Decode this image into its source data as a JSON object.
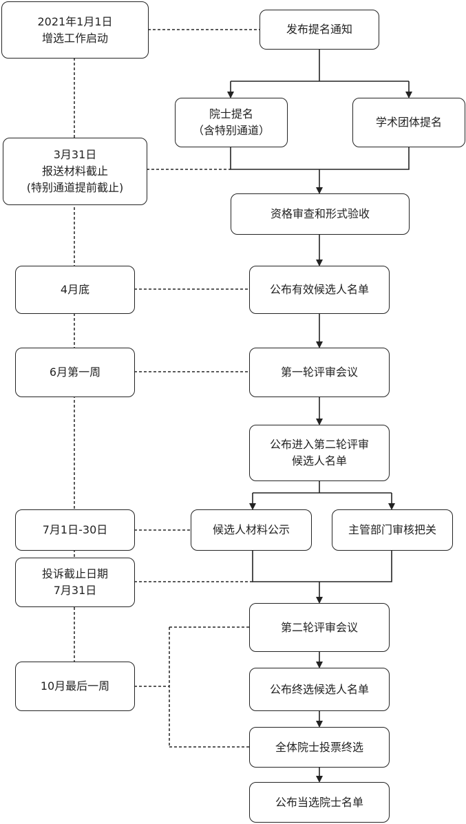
{
  "timeline": [
    {
      "lines": [
        "2021年1月1日",
        "增选工作启动"
      ]
    },
    {
      "lines": [
        "3月31日",
        "报送材料截止",
        "(特别通道提前截止)"
      ]
    },
    {
      "lines": [
        "4月底"
      ]
    },
    {
      "lines": [
        "6月第一周"
      ]
    },
    {
      "lines": [
        "7月1日-30日"
      ]
    },
    {
      "lines": [
        "投诉截止日期",
        "7月31日"
      ]
    },
    {
      "lines": [
        "10月最后一周"
      ]
    }
  ],
  "steps": [
    {
      "lines": [
        "发布提名通知"
      ]
    },
    {
      "lines": [
        "院士提名",
        "（含特别通道）"
      ]
    },
    {
      "lines": [
        "学术团体提名"
      ]
    },
    {
      "lines": [
        "资格审查和形式验收"
      ]
    },
    {
      "lines": [
        "公布有效候选人名单"
      ]
    },
    {
      "lines": [
        "第一轮评审会议"
      ]
    },
    {
      "lines": [
        "公布进入第二轮评审",
        "候选人名单"
      ]
    },
    {
      "lines": [
        "候选人材料公示"
      ]
    },
    {
      "lines": [
        "主管部门审核把关"
      ]
    },
    {
      "lines": [
        "第二轮评审会议"
      ]
    },
    {
      "lines": [
        "公布终选候选人名单"
      ]
    },
    {
      "lines": [
        "全体院士投票终选"
      ]
    },
    {
      "lines": [
        "公布当选院士名单"
      ]
    }
  ]
}
